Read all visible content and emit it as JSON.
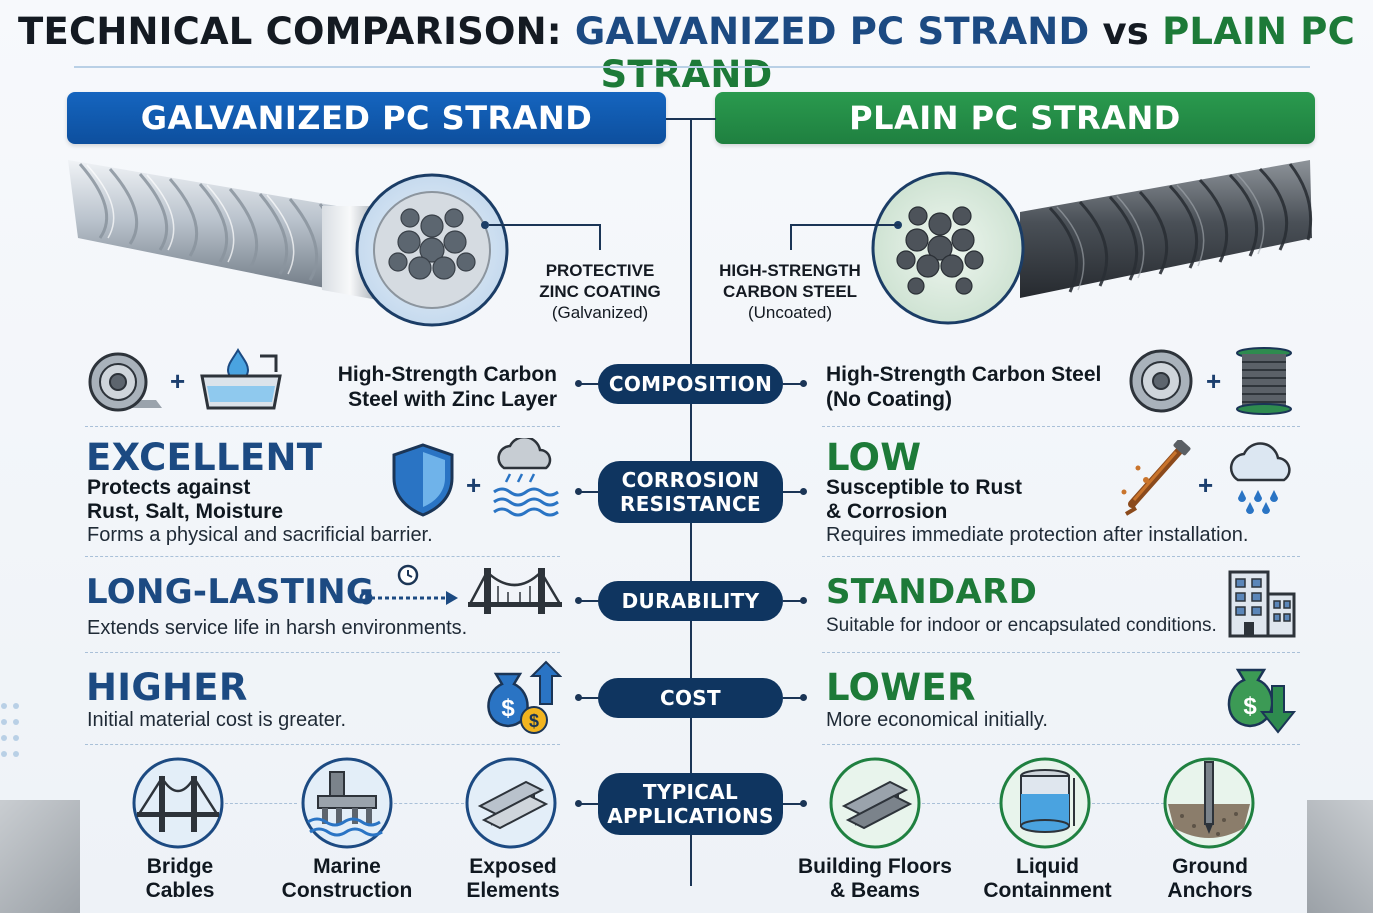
{
  "title": {
    "part1": "TECHNICAL COMPARISON: ",
    "part2": "GALVANIZED PC STRAND",
    "part3": " vs ",
    "part4": "PLAIN PC STRAND"
  },
  "left": {
    "banner": "GALVANIZED PC STRAND",
    "callout": {
      "line1": "PROTECTIVE",
      "line2": "ZINC COATING",
      "line3": "(Galvanized)"
    },
    "composition": {
      "line1": "High-Strength Carbon",
      "line2": "Steel with Zinc Layer"
    },
    "corrosion": {
      "heading": "EXCELLENT",
      "sub1": "Protects against",
      "sub2": "Rust, Salt, Moisture",
      "body": "Forms a physical and sacrificial barrier."
    },
    "durability": {
      "heading": "LONG-LASTING",
      "body": "Extends service life in harsh environments."
    },
    "cost": {
      "heading": "HIGHER",
      "body": "Initial material cost is greater."
    },
    "apps": [
      {
        "line1": "Bridge",
        "line2": "Cables"
      },
      {
        "line1": "Marine",
        "line2": "Construction"
      },
      {
        "line1": "Exposed",
        "line2": "Elements"
      }
    ]
  },
  "right": {
    "banner": "PLAIN PC STRAND",
    "callout": {
      "line1": "HIGH-STRENGTH",
      "line2": "CARBON STEEL",
      "line3": "(Uncoated)"
    },
    "composition": {
      "line1": "High-Strength Carbon Steel",
      "line2": "(No Coating)"
    },
    "corrosion": {
      "heading": "LOW",
      "sub1": "Susceptible to Rust",
      "sub2": "& Corrosion",
      "body": "Requires immediate protection after installation."
    },
    "durability": {
      "heading": "STANDARD",
      "body": "Suitable for indoor or encapsulated conditions."
    },
    "cost": {
      "heading": "LOWER",
      "body": "More economical initially."
    },
    "apps": [
      {
        "line1": "Building Floors",
        "line2": "& Beams"
      },
      {
        "line1": "Liquid",
        "line2": "Containment"
      },
      {
        "line1": "Ground",
        "line2": "Anchors"
      }
    ]
  },
  "categories": {
    "composition": "COMPOSITION",
    "corrosion1": "CORROSION",
    "corrosion2": "RESISTANCE",
    "durability": "DURABILITY",
    "cost": "COST",
    "apps1": "TYPICAL",
    "apps2": "APPLICATIONS"
  },
  "symbols": {
    "plus": "+",
    "dollar": "$"
  },
  "colors": {
    "galvanized_blue": "#1565bf",
    "plain_green": "#1f8040",
    "pill_navy": "#0f3560",
    "heading_blue": "#1c4a82",
    "heading_green": "#1d7a38"
  },
  "icons": {
    "galvanized_strand": "galvanized-strand-icon",
    "plain_strand": "plain-strand-icon",
    "steel_coil": "steel-coil-icon",
    "zinc_bath": "zinc-bath-icon",
    "wire_spool": "wire-spool-icon",
    "shield": "shield-icon",
    "rain_water": "rain-water-icon",
    "rusty_nail": "rusty-nail-icon",
    "rain_cloud": "rain-cloud-icon",
    "timeline": "timeline-clock-icon",
    "bridge": "bridge-icon",
    "building": "building-icon",
    "money_up": "money-bag-up-icon",
    "money_down": "money-bag-down-icon",
    "marine": "marine-construction-icon",
    "beam": "steel-beam-icon",
    "tank": "liquid-tank-icon",
    "anchor": "ground-anchor-icon"
  }
}
